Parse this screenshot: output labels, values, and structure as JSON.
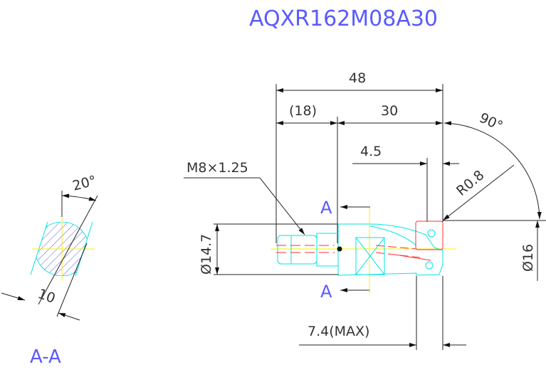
{
  "title": "AQXR162M08A30",
  "dimensions": {
    "overall_length": "48",
    "shank_length": "(18)",
    "head_length": "30",
    "offset": "4.5",
    "angle": "90°",
    "corner_radius": "R0.8",
    "thread": "M8×1.25",
    "shank_diameter": "Ø14.7",
    "cut_diameter": "Ø16",
    "max_depth": "7.4(MAX)"
  },
  "section": {
    "marker_top": "A",
    "marker_bottom": "A",
    "label": "A-A",
    "angle": "20°",
    "width": "10"
  },
  "colors": {
    "title": "#5a5aff",
    "outline": "#00e5e5",
    "insert": "#ff3030",
    "centerline": "#ffee00"
  }
}
